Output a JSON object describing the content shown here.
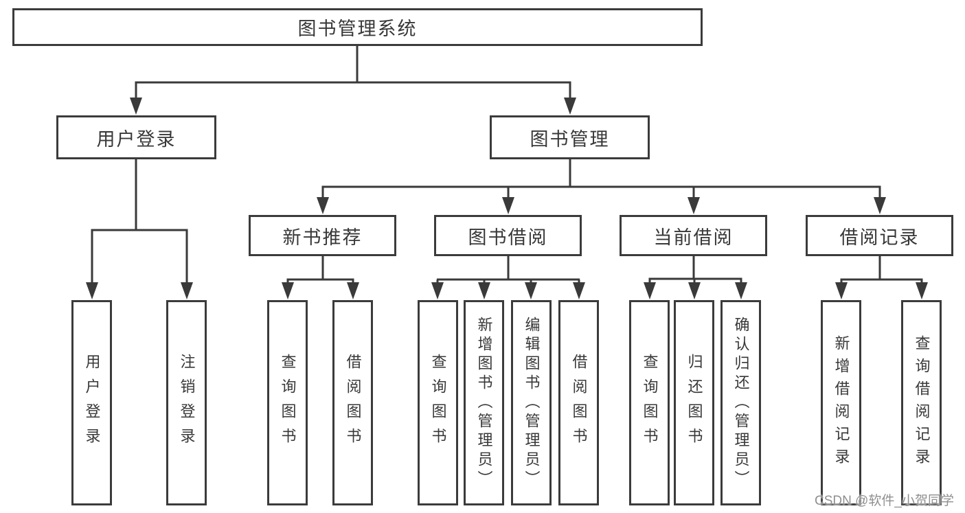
{
  "diagram": {
    "root": {
      "label": "图书管理系统"
    },
    "level2": {
      "user_login": {
        "label": "用户登录"
      },
      "book_mgmt": {
        "label": "图书管理"
      }
    },
    "level3": {
      "new_book": {
        "label": "新书推荐"
      },
      "borrow": {
        "label": "图书借阅"
      },
      "current": {
        "label": "当前借阅"
      },
      "record": {
        "label": "借阅记录"
      }
    },
    "leaves": {
      "user_login": {
        "label": "用户登录"
      },
      "logout": {
        "label": "注销登录"
      },
      "nb_query": {
        "label": "查询图书"
      },
      "nb_borrow": {
        "label": "借阅图书"
      },
      "bb_query": {
        "label": "查询图书"
      },
      "bb_add": {
        "label": "新增图书（管理员）"
      },
      "bb_edit": {
        "label": "编辑图书（管理员）"
      },
      "bb_borrow": {
        "label": "借阅图书"
      },
      "cb_query": {
        "label": "查询图书"
      },
      "cb_return": {
        "label": "归还图书"
      },
      "cb_confirm": {
        "label": "确认归还（管理员）"
      },
      "br_add": {
        "label": "新增借阅记录"
      },
      "br_query": {
        "label": "查询借阅记录"
      }
    }
  },
  "watermark": {
    "text": "CSDN @软件_小贺同学"
  },
  "colors": {
    "line": "#3a3a3a",
    "box_border": "#3b3b3b",
    "text": "#383838",
    "watermark": "#8f8f8f",
    "background": "#ffffff"
  }
}
